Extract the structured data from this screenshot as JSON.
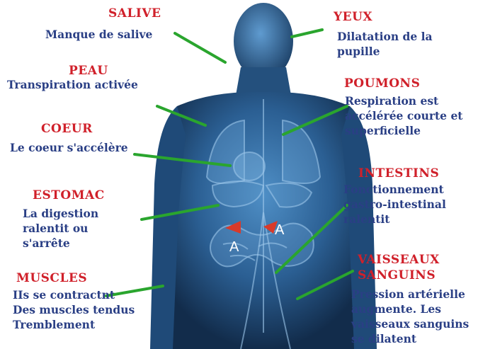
{
  "colors": {
    "title": "#d0202a",
    "description": "#2a3f85",
    "connector": "#2aa52e",
    "body": "#2f6ea8",
    "gland": "#d83a2a"
  },
  "labels": {
    "salive": {
      "title": "SALIVE",
      "lines": [
        "Manque de salive"
      ]
    },
    "yeux": {
      "title": "YEUX",
      "lines": [
        "Dilatation de la",
        "pupille"
      ]
    },
    "peau": {
      "title": "PEAU",
      "lines": [
        "Transpiration activée"
      ]
    },
    "poumons": {
      "title": "POUMONS",
      "lines": [
        "Respiration est",
        "accélérée courte et",
        "superficielle"
      ]
    },
    "coeur": {
      "title": "COEUR",
      "lines": [
        "Le coeur s'accélère"
      ]
    },
    "intestins": {
      "title": "INTESTINS",
      "lines": [
        "Fonctionnement",
        "gastro-intestinal",
        "ralentit"
      ]
    },
    "estomac": {
      "title": "ESTOMAC",
      "lines": [
        "La digestion",
        "ralentit ou",
        "s'arrête"
      ]
    },
    "muscles": {
      "title": "MUSCLES",
      "lines": [
        "IIs se contractnt",
        "Des muscles tendus",
        "Tremblement"
      ]
    },
    "vaisseaux": {
      "title_lines": [
        "VAISSEAUX",
        "SANGUINS"
      ],
      "lines": [
        "Pression artérielle",
        "augmente. Les",
        "vaisseaux sanguins",
        "se dilatent"
      ]
    }
  },
  "body_markers": {
    "left": "A",
    "right": "A"
  }
}
